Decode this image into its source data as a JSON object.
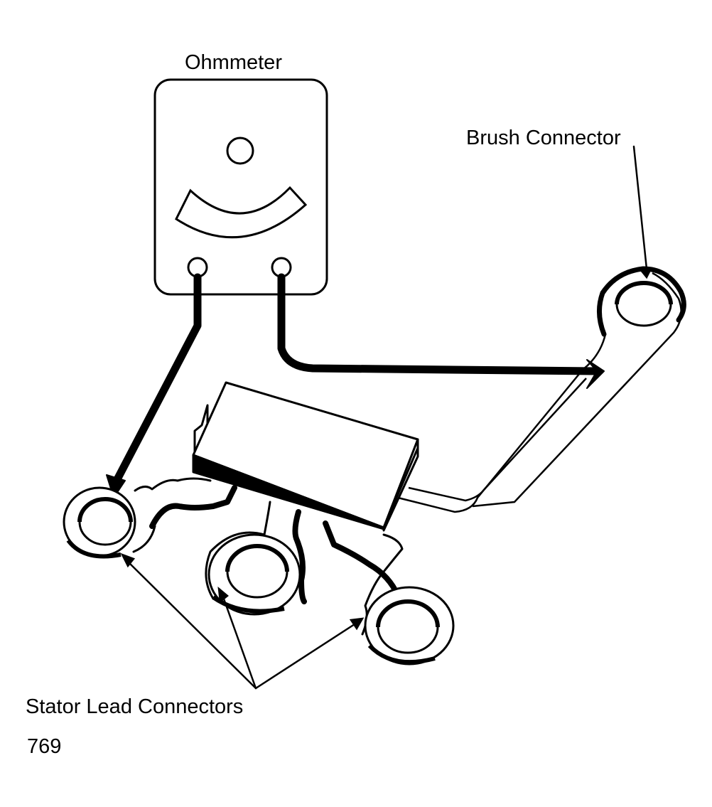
{
  "labels": {
    "ohmmeter": "Ohmmeter",
    "brush_connector": "Brush Connector",
    "stator_lead_connectors": "Stator Lead Connectors",
    "figure_number": "769"
  },
  "colors": {
    "ink": "#000000",
    "paper": "#ffffff"
  }
}
